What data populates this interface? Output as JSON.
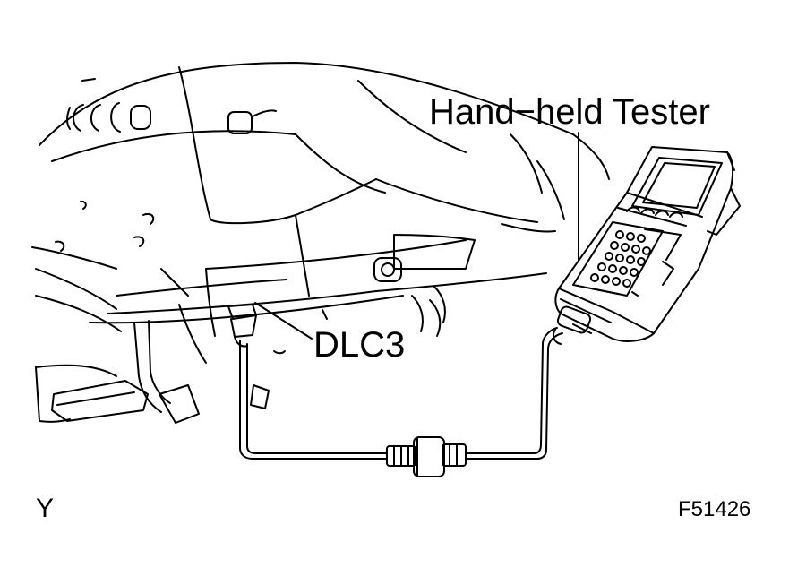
{
  "labels": {
    "tester": "Hand−held Tester",
    "connector": "DLC3",
    "view_code": "Y",
    "figure_id": "F51426"
  },
  "colors": {
    "line": "#000000",
    "background": "#ffffff"
  }
}
